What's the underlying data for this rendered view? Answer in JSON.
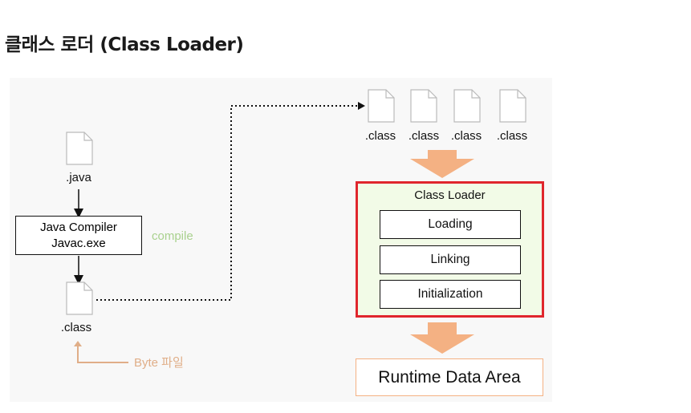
{
  "page": {
    "title": "클래스 로더 (Class Loader)"
  },
  "diagram": {
    "source_file": ".java",
    "compiler": {
      "line1": "Java Compiler",
      "line2": "Javac.exe"
    },
    "compile_note": "compile",
    "compiled_file": ".class",
    "byte_note": "Byte 파일",
    "loaded_files": [
      ".class",
      ".class",
      ".class",
      ".class"
    ],
    "class_loader": {
      "title": "Class Loader",
      "phases": [
        "Loading",
        "Linking",
        "Initialization"
      ]
    },
    "runtime_area": "Runtime Data Area",
    "colors": {
      "loader_border": "#e0262d",
      "loader_fill": "#f2fbe7",
      "arrow_fill": "#f4b183",
      "compile_note": "#a9d18e",
      "byte_note": "#e0ae88"
    }
  }
}
